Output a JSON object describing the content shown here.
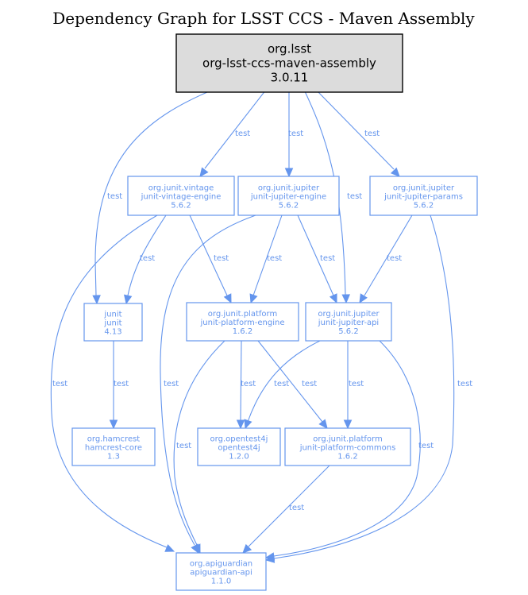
{
  "title": "Dependency Graph for LSST CCS - Maven Assembly",
  "colors": {
    "edge": "#6495ed",
    "node_border": "#6495ed",
    "root_fill": "#dcdcdc",
    "root_border": "#000000"
  },
  "nodes": [
    {
      "id": "root",
      "group": "org.lsst",
      "artifact": "org-lsst-ccs-maven-assembly",
      "version": "3.0.11",
      "root": true
    },
    {
      "id": "vintage",
      "group": "org.junit.vintage",
      "artifact": "junit-vintage-engine",
      "version": "5.6.2"
    },
    {
      "id": "jengine",
      "group": "org.junit.jupiter",
      "artifact": "junit-jupiter-engine",
      "version": "5.6.2"
    },
    {
      "id": "jparams",
      "group": "org.junit.jupiter",
      "artifact": "junit-jupiter-params",
      "version": "5.6.2"
    },
    {
      "id": "junit",
      "group": "junit",
      "artifact": "junit",
      "version": "4.13"
    },
    {
      "id": "pengine",
      "group": "org.junit.platform",
      "artifact": "junit-platform-engine",
      "version": "1.6.2"
    },
    {
      "id": "japi",
      "group": "org.junit.jupiter",
      "artifact": "junit-jupiter-api",
      "version": "5.6.2"
    },
    {
      "id": "hamcrest",
      "group": "org.hamcrest",
      "artifact": "hamcrest-core",
      "version": "1.3"
    },
    {
      "id": "opentest",
      "group": "org.opentest4j",
      "artifact": "opentest4j",
      "version": "1.2.0"
    },
    {
      "id": "pcommons",
      "group": "org.junit.platform",
      "artifact": "junit-platform-commons",
      "version": "1.6.2"
    },
    {
      "id": "apiguardian",
      "group": "org.apiguardian",
      "artifact": "apiguardian-api",
      "version": "1.1.0"
    }
  ],
  "edges": [
    {
      "from": "root",
      "to": "junit",
      "label": "test"
    },
    {
      "from": "root",
      "to": "vintage",
      "label": "test"
    },
    {
      "from": "root",
      "to": "jengine",
      "label": "test"
    },
    {
      "from": "root",
      "to": "japi",
      "label": "test"
    },
    {
      "from": "root",
      "to": "jparams",
      "label": "test"
    },
    {
      "from": "vintage",
      "to": "junit",
      "label": "test"
    },
    {
      "from": "vintage",
      "to": "pengine",
      "label": "test"
    },
    {
      "from": "vintage",
      "to": "apiguardian",
      "label": "test"
    },
    {
      "from": "jengine",
      "to": "pengine",
      "label": "test"
    },
    {
      "from": "jengine",
      "to": "japi",
      "label": "test"
    },
    {
      "from": "jengine",
      "to": "apiguardian",
      "label": "test"
    },
    {
      "from": "jparams",
      "to": "japi",
      "label": "test"
    },
    {
      "from": "jparams",
      "to": "apiguardian",
      "label": "test"
    },
    {
      "from": "junit",
      "to": "hamcrest",
      "label": "test"
    },
    {
      "from": "pengine",
      "to": "opentest",
      "label": "test"
    },
    {
      "from": "pengine",
      "to": "pcommons",
      "label": "test"
    },
    {
      "from": "pengine",
      "to": "apiguardian",
      "label": "test"
    },
    {
      "from": "japi",
      "to": "opentest",
      "label": "test"
    },
    {
      "from": "japi",
      "to": "pcommons",
      "label": "test"
    },
    {
      "from": "japi",
      "to": "apiguardian",
      "label": "test"
    },
    {
      "from": "pcommons",
      "to": "apiguardian",
      "label": "test"
    }
  ]
}
